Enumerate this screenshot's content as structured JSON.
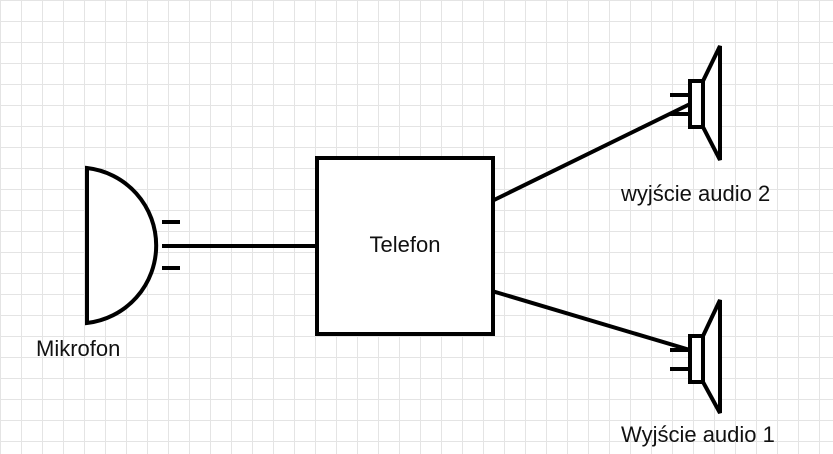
{
  "diagram": {
    "nodes": {
      "telefon": {
        "label": "Telefon",
        "icon": "box"
      },
      "microphone": {
        "label": "Mikrofon",
        "icon": "microphone-icon"
      },
      "speaker_top": {
        "label": "wyjście audio 2",
        "icon": "speaker-icon"
      },
      "speaker_bottom": {
        "label": "Wyjście audio 1",
        "icon": "speaker-icon"
      }
    },
    "edges": [
      {
        "from": "microphone",
        "to": "telefon"
      },
      {
        "from": "telefon",
        "to": "speaker_top"
      },
      {
        "from": "telefon",
        "to": "speaker_bottom"
      }
    ],
    "colors": {
      "stroke": "#000000",
      "grid": "#e4e4e4",
      "background": "#ffffff"
    }
  }
}
